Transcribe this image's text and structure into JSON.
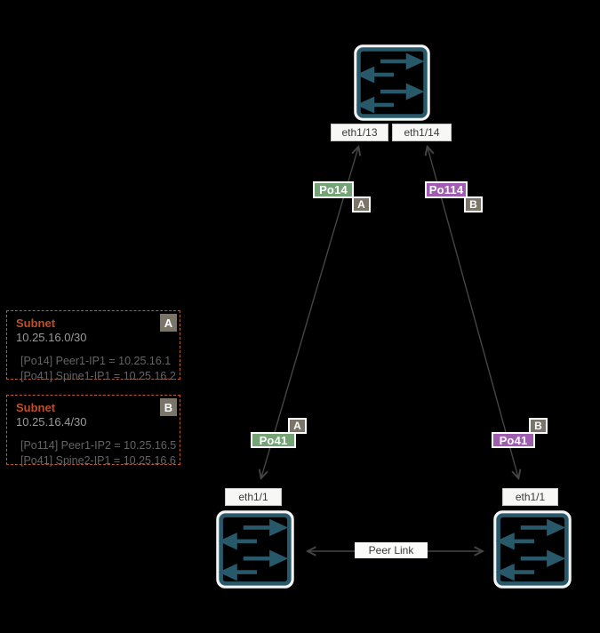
{
  "colors": {
    "background": "#000000",
    "switch_teal": "#27596a",
    "switch_outline": "#f5f5f5",
    "po_green": "#74a376",
    "po_purple": "#9f5cb0",
    "badge_gray": "#7b7468",
    "subnet_orange": "#bf4f28",
    "link_line": "#454545"
  },
  "spine_switch": {
    "ports": [
      "eth1/13",
      "eth1/14"
    ]
  },
  "peer_switches": [
    {
      "port": "eth1/1"
    },
    {
      "port": "eth1/1"
    }
  ],
  "port_channels": [
    {
      "label": "Po14",
      "subnet_ref": "A",
      "color": "#74a376"
    },
    {
      "label": "Po114",
      "subnet_ref": "B",
      "color": "#9f5cb0"
    },
    {
      "label": "Po41",
      "subnet_ref": "A",
      "color": "#74a376"
    },
    {
      "label": "Po41",
      "subnet_ref": "B",
      "color": "#9f5cb0"
    }
  ],
  "peer_link": {
    "label": "Peer Link"
  },
  "subnets": [
    {
      "badge": "A",
      "title": "Subnet",
      "cidr": "10.25.16.0/30",
      "entries": [
        "[Po14] Peer1-IP1 = 10.25.16.1",
        "[Po41] Spine1-IP1 = 10.25.16.2"
      ]
    },
    {
      "badge": "B",
      "title": "Subnet",
      "cidr": "10.25.16.4/30",
      "entries": [
        "[Po114] Peer1-IP2 = 10.25.16.5",
        "[Po41] Spine2-IP1 = 10.25.16.6"
      ]
    }
  ]
}
